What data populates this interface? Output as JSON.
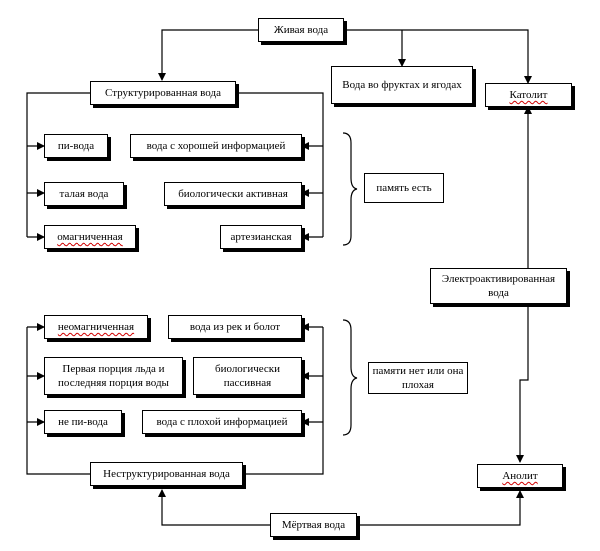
{
  "diagram": {
    "top": {
      "live_water": "Живая вода",
      "dead_water": "Мёртвая вода",
      "fruit_water": "Вода во фруктах и ягодах",
      "catholyte": "Католит",
      "anolyte": "Анолит",
      "electro_water": "Электроактивированная вода"
    },
    "structured": {
      "title": "Структурированная вода",
      "items": [
        "пи-вода",
        "вода с хорошей информацией",
        "талая вода",
        "биологически активная",
        "омагниченная",
        "артезианская"
      ],
      "memory_label": "память есть"
    },
    "unstructured": {
      "title": "Неструктурированная вода",
      "items": [
        "неомагниченная",
        "вода из рек и болот",
        "Первая порция льда и последняя порция воды",
        "биологически пассивная",
        "не пи-вода",
        "вода с плохой информацией"
      ],
      "memory_label": "памяти нет или она плохая"
    }
  }
}
